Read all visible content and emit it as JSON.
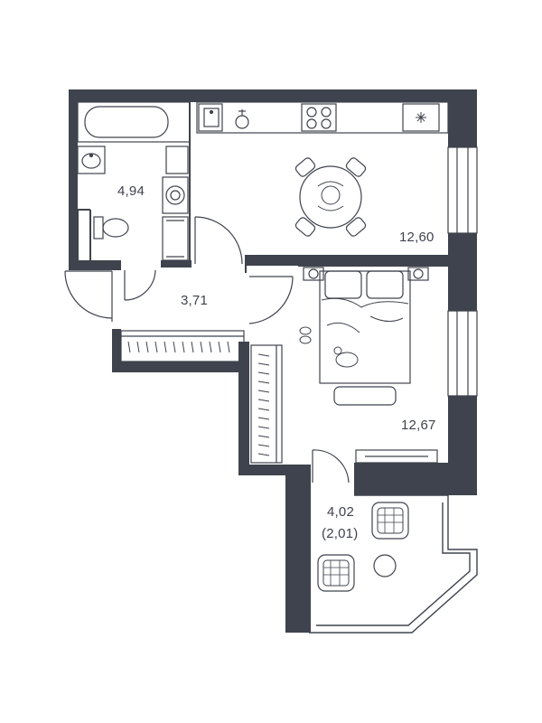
{
  "colors": {
    "wall": "#3f434d",
    "line": "#3f434d",
    "floor": "#ffffff",
    "fixture": "#3f434d"
  },
  "rooms": [
    {
      "name": "bathroom",
      "area": "4,94"
    },
    {
      "name": "hallway",
      "area": "3,71"
    },
    {
      "name": "kitchen-living",
      "area": "12,60"
    },
    {
      "name": "bedroom",
      "area": "12,67"
    },
    {
      "name": "balcony",
      "area": "4,02",
      "reduced_area": "(2,01)"
    }
  ]
}
